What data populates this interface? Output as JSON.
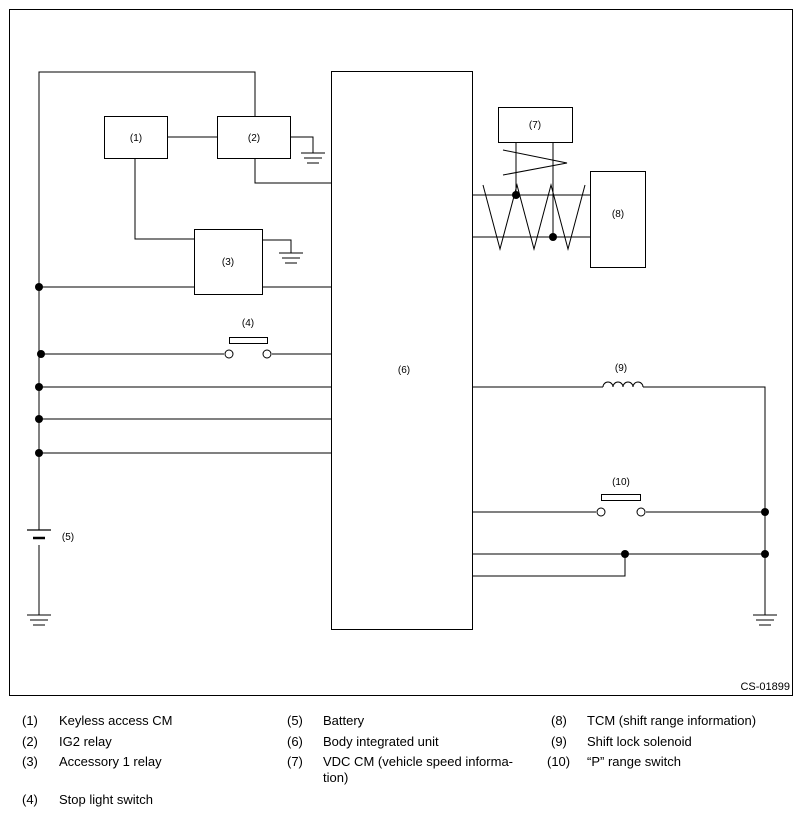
{
  "diagram": {
    "code": "CS-01899",
    "labels": {
      "c1": "(1)",
      "c2": "(2)",
      "c3": "(3)",
      "c4": "(4)",
      "c5": "(5)",
      "c6": "(6)",
      "c7": "(7)",
      "c8": "(8)",
      "c9": "(9)",
      "c10": "(10)"
    }
  },
  "legend": [
    {
      "num": "(1)",
      "text": "Keyless access CM"
    },
    {
      "num": "(2)",
      "text": "IG2 relay"
    },
    {
      "num": "(3)",
      "text": "Accessory 1 relay"
    },
    {
      "num": "(4)",
      "text": "Stop light switch"
    },
    {
      "num": "(5)",
      "text": "Battery"
    },
    {
      "num": "(6)",
      "text": "Body integrated unit"
    },
    {
      "num": "(7)",
      "text": "VDC CM (vehicle speed informa-tion)"
    },
    {
      "num": "(8)",
      "text": "TCM (shift range information)"
    },
    {
      "num": "(9)",
      "text": "Shift lock solenoid"
    },
    {
      "num": "(10)",
      "text": "“P” range switch"
    }
  ]
}
